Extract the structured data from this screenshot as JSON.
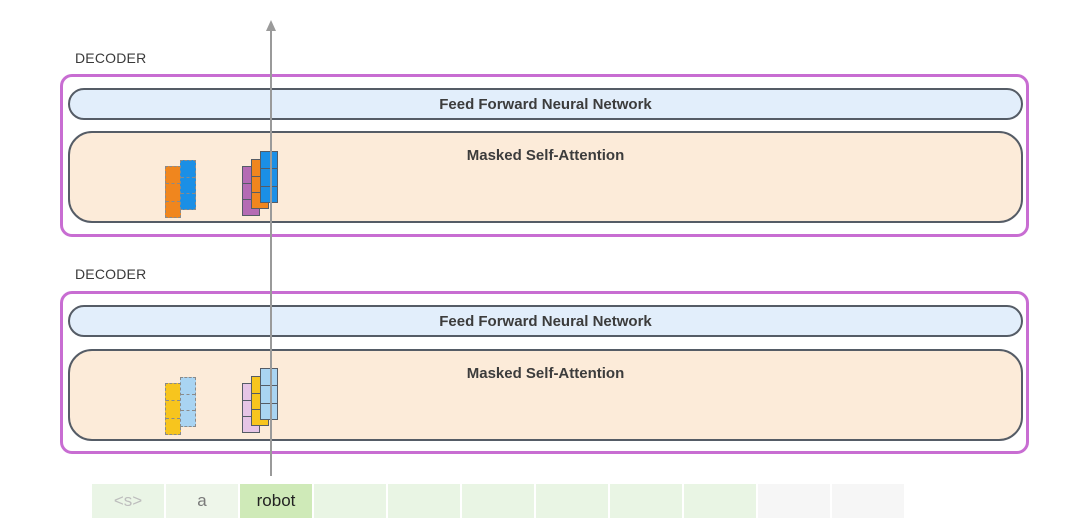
{
  "decoders": [
    {
      "label": "DECODER",
      "ffnn_label": "Feed Forward Neural Network",
      "attention_label": "Masked Self-Attention",
      "colors": {
        "query": "#f0861e",
        "key": "#1b8fe6",
        "value_back": "#b46bb4",
        "value_mid": "#f0861e",
        "value_front": "#1b8fe6"
      }
    },
    {
      "label": "DECODER",
      "ffnn_label": "Feed Forward Neural Network",
      "attention_label": "Masked Self-Attention",
      "colors": {
        "query": "#f7c51e",
        "key": "#a9d4f2",
        "value_back": "#e6c5e6",
        "value_mid": "#f7c51e",
        "value_front": "#a9d4f2"
      }
    }
  ],
  "tokens": [
    {
      "text": "<s>",
      "state": "faded"
    },
    {
      "text": "a",
      "state": "past"
    },
    {
      "text": "robot",
      "state": "current"
    },
    {
      "text": "",
      "state": "future"
    },
    {
      "text": "",
      "state": "future"
    },
    {
      "text": "",
      "state": "future"
    },
    {
      "text": "",
      "state": "future"
    },
    {
      "text": "",
      "state": "future"
    },
    {
      "text": "",
      "state": "future"
    },
    {
      "text": "",
      "state": "empty"
    },
    {
      "text": "",
      "state": "empty"
    }
  ],
  "token_colors": {
    "faded": "#eaf5e6",
    "past": "#eef6ea",
    "current": "#cfeab8",
    "future": "#e9f5e4",
    "empty": "#f6f6f6"
  }
}
